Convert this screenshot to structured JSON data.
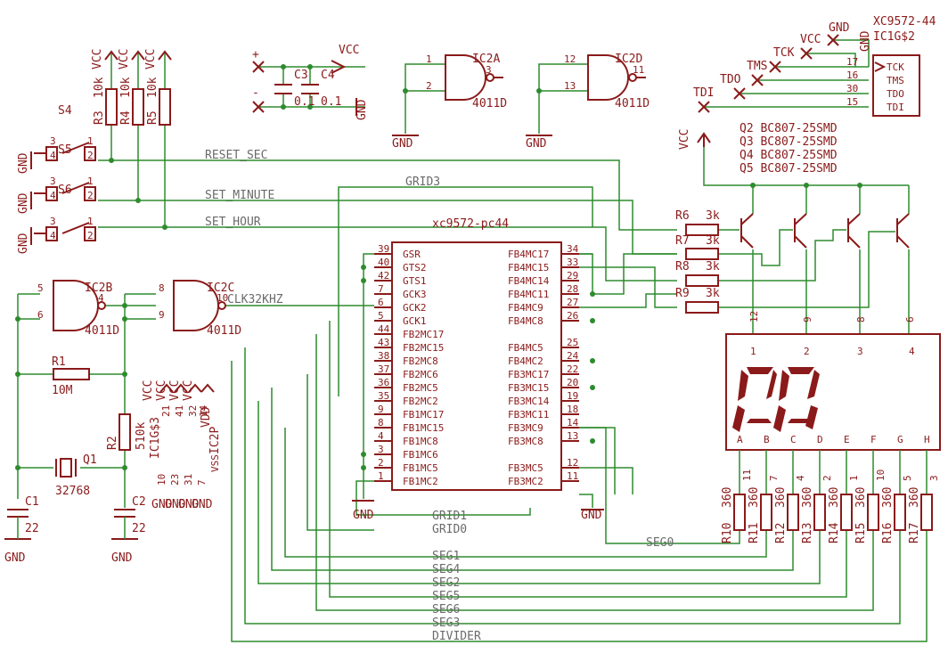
{
  "power": {
    "vcc": "VCC",
    "gnd": "GND"
  },
  "resistors": [
    {
      "ref": "R3",
      "value": "10k"
    },
    {
      "ref": "R4",
      "value": "10k"
    },
    {
      "ref": "R5",
      "value": "10k"
    },
    {
      "ref": "R1",
      "value": "10M"
    },
    {
      "ref": "R2",
      "value": "510k"
    },
    {
      "ref": "R6",
      "value": "3k"
    },
    {
      "ref": "R7",
      "value": "3k"
    },
    {
      "ref": "R8",
      "value": "3k"
    },
    {
      "ref": "R9",
      "value": "3k"
    },
    {
      "ref": "R10",
      "value": "360"
    },
    {
      "ref": "R11",
      "value": "360"
    },
    {
      "ref": "R12",
      "value": "360"
    },
    {
      "ref": "R13",
      "value": "360"
    },
    {
      "ref": "R14",
      "value": "360"
    },
    {
      "ref": "R15",
      "value": "360"
    },
    {
      "ref": "R16",
      "value": "360"
    },
    {
      "ref": "R17",
      "value": "360"
    }
  ],
  "capacitors": [
    {
      "ref": "C1",
      "value": "22"
    },
    {
      "ref": "C2",
      "value": "22"
    },
    {
      "ref": "C3",
      "value": "0.1"
    },
    {
      "ref": "C4",
      "value": "0.1"
    }
  ],
  "switches": [
    "S4",
    "S5",
    "S6"
  ],
  "crystal": {
    "ref": "Q1",
    "value": "32768"
  },
  "gates": [
    {
      "ref": "IC2A",
      "type": "4011D",
      "in1": "1",
      "in2": "2",
      "out": "3"
    },
    {
      "ref": "IC2D",
      "type": "4011D",
      "in1": "12",
      "in2": "13",
      "out": "11"
    },
    {
      "ref": "IC2B",
      "type": "4011D",
      "in1": "5",
      "in2": "6",
      "out": "4"
    },
    {
      "ref": "IC2C",
      "type": "4011D",
      "in1": "8",
      "in2": "9",
      "out": "10"
    }
  ],
  "power_pins": {
    "labels": [
      "VCC",
      "VCC",
      "VCC",
      "VCC",
      "VDD"
    ],
    "refs": [
      "IC1G$3",
      "IC2P"
    ],
    "top_pins": [
      "21",
      "41",
      "32",
      "14"
    ],
    "bottom_pins": [
      "10",
      "23",
      "31",
      "7"
    ],
    "vss": "VSS",
    "gnd_labels": [
      "GND",
      "GND",
      "GND",
      "GND"
    ]
  },
  "cpld": {
    "name": "xc9572-pc44",
    "left_pins": [
      {
        "num": "39",
        "name": "GSR"
      },
      {
        "num": "40",
        "name": "GTS2"
      },
      {
        "num": "42",
        "name": "GTS1"
      },
      {
        "num": "7",
        "name": "GCK3"
      },
      {
        "num": "6",
        "name": "GCK2"
      },
      {
        "num": "5",
        "name": "GCK1"
      },
      {
        "num": "44",
        "name": "FB2MC17"
      },
      {
        "num": "43",
        "name": "FB2MC15"
      },
      {
        "num": "38",
        "name": "FB2MC8"
      },
      {
        "num": "37",
        "name": "FB2MC6"
      },
      {
        "num": "36",
        "name": "FB2MC5"
      },
      {
        "num": "35",
        "name": "FB2MC2"
      },
      {
        "num": "9",
        "name": "FB1MC17"
      },
      {
        "num": "8",
        "name": "FB1MC15"
      },
      {
        "num": "4",
        "name": "FB1MC8"
      },
      {
        "num": "3",
        "name": "FB1MC6"
      },
      {
        "num": "2",
        "name": "FB1MC5"
      },
      {
        "num": "1",
        "name": "FB1MC2"
      }
    ],
    "right_pins": [
      {
        "num": "34",
        "name": "FB4MC17"
      },
      {
        "num": "33",
        "name": "FB4MC15"
      },
      {
        "num": "29",
        "name": "FB4MC14"
      },
      {
        "num": "28",
        "name": "FB4MC11"
      },
      {
        "num": "27",
        "name": "FB4MC9"
      },
      {
        "num": "26",
        "name": "FB4MC8"
      },
      {
        "num": "25",
        "name": "FB4MC5"
      },
      {
        "num": "24",
        "name": "FB4MC2"
      },
      {
        "num": "22",
        "name": "FB3MC17"
      },
      {
        "num": "20",
        "name": "FB3MC15"
      },
      {
        "num": "19",
        "name": "FB3MC14"
      },
      {
        "num": "18",
        "name": "FB3MC11"
      },
      {
        "num": "14",
        "name": "FB3MC9"
      },
      {
        "num": "13",
        "name": "FB3MC8"
      },
      {
        "num": "12",
        "name": "FB3MC5"
      },
      {
        "num": "11",
        "name": "FB3MC2"
      }
    ]
  },
  "jtag": {
    "name": "XC9572-44",
    "ref": "IC1G$2",
    "top_labels": [
      "GND",
      "VCC",
      "GND"
    ],
    "signals": [
      {
        "label": "TCK",
        "pin": "17",
        "port": "TCK"
      },
      {
        "label": "TMS",
        "pin": "16",
        "port": "TMS"
      },
      {
        "label": "TDO",
        "pin": "30",
        "port": "TDO"
      },
      {
        "label": "TDI",
        "pin": "15",
        "port": "TDI"
      }
    ]
  },
  "transistors": [
    "Q2 BC807-25SMD",
    "Q3 BC807-25SMD",
    "Q4 BC807-25SMD",
    "Q5 BC807-25SMD"
  ],
  "display": {
    "digit_pins": [
      "1",
      "2",
      "3",
      "4"
    ],
    "top_pin_nums": [
      "12",
      "9",
      "8",
      "6"
    ],
    "segments": [
      "A",
      "B",
      "C",
      "D",
      "E",
      "F",
      "G",
      "H"
    ],
    "bottom_pin_nums": [
      "11",
      "7",
      "4",
      "2",
      "1",
      "10",
      "5",
      "3"
    ]
  },
  "nets": {
    "reset_sec": "RESET_SEC",
    "set_minute": "SET_MINUTE",
    "set_hour": "SET_HOUR",
    "grid3": "GRID3",
    "clk": "CLK32KHZ",
    "divider": "DIVIDER",
    "bottom": [
      "GRID1",
      "GRID0",
      "SEG0",
      "SEG1",
      "SEG4",
      "SEG2",
      "SEG5",
      "SEG6",
      "SEG3",
      "DIVIDER"
    ]
  },
  "cap_polarity": {
    "plus": "+",
    "minus": "-"
  }
}
